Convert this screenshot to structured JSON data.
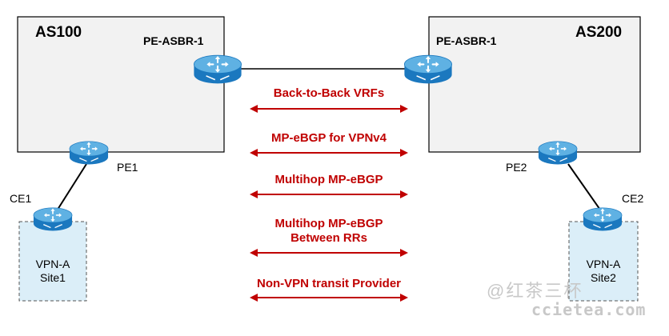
{
  "autonomous_systems": [
    {
      "name": "AS100",
      "asbr_label": "PE-ASBR-1",
      "pe_label": "PE1",
      "ce_label": "CE1",
      "site_label": [
        "VPN-A",
        "Site1"
      ]
    },
    {
      "name": "AS200",
      "asbr_label": "PE-ASBR-1",
      "pe_label": "PE2",
      "ce_label": "CE2",
      "site_label": [
        "VPN-A",
        "Site2"
      ]
    }
  ],
  "options": [
    {
      "lines": [
        "Back-to-Back VRFs"
      ]
    },
    {
      "lines": [
        "MP-eBGP for VPNv4"
      ]
    },
    {
      "lines": [
        "Multihop MP-eBGP"
      ]
    },
    {
      "lines": [
        "Multihop MP-eBGP",
        "Between RRs"
      ]
    },
    {
      "lines": [
        "Non-VPN transit Provider"
      ]
    }
  ],
  "watermark": {
    "line1": "@红茶三杯",
    "line2": "ccietea.com"
  },
  "colors": {
    "arrow": "#c00000",
    "router_body": "#1b78bf",
    "router_top": "#5fb1e3",
    "site_fill": "#dbeef8",
    "as_box": "#f2f2f2"
  }
}
